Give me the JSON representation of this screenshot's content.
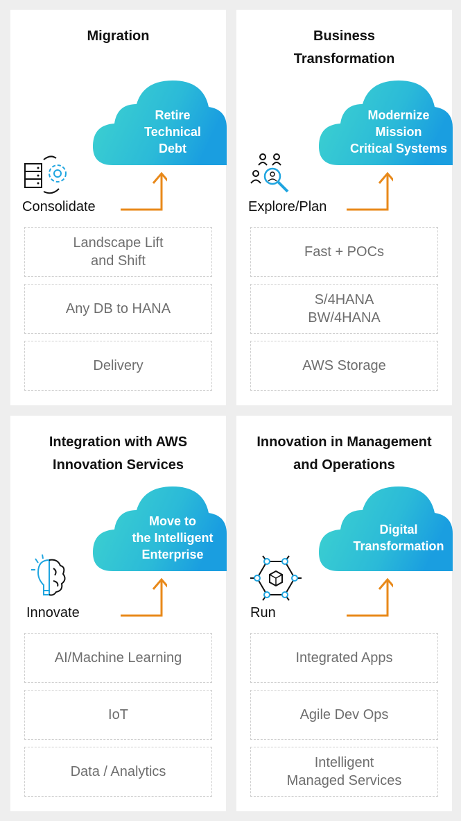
{
  "cards": [
    {
      "title": "Migration",
      "cloud": "Retire\nTechnical\nDebt",
      "action": "Consolidate",
      "icon": "server-gear-icon",
      "boxes": [
        "Landscape Lift\nand Shift",
        "Any DB to HANA",
        "Delivery"
      ]
    },
    {
      "title": "Business\nTransformation",
      "cloud": "Modernize\nMission\nCritical Systems",
      "action": "Explore/Plan",
      "icon": "people-search-icon",
      "boxes": [
        "Fast + POCs",
        "S/4HANA\nBW/4HANA",
        "AWS Storage"
      ]
    },
    {
      "title": "Integration with AWS\nInnovation Services",
      "cloud": "Move to\nthe Intelligent\nEnterprise",
      "action": "Innovate",
      "icon": "brain-bulb-icon",
      "boxes": [
        "AI/Machine Learning",
        "IoT",
        "Data / Analytics"
      ]
    },
    {
      "title": "Innovation in Management\nand Operations",
      "cloud": "Digital\nTransformation",
      "action": "Run",
      "icon": "hexagon-network-icon",
      "boxes": [
        "Integrated Apps",
        "Agile Dev Ops",
        "Intelligent\nManaged Services"
      ]
    }
  ],
  "colors": {
    "cloud_start": "#3fd4cf",
    "cloud_end": "#1a9ee0",
    "arrow": "#e8891a",
    "icon_accent": "#1fa5e0"
  }
}
